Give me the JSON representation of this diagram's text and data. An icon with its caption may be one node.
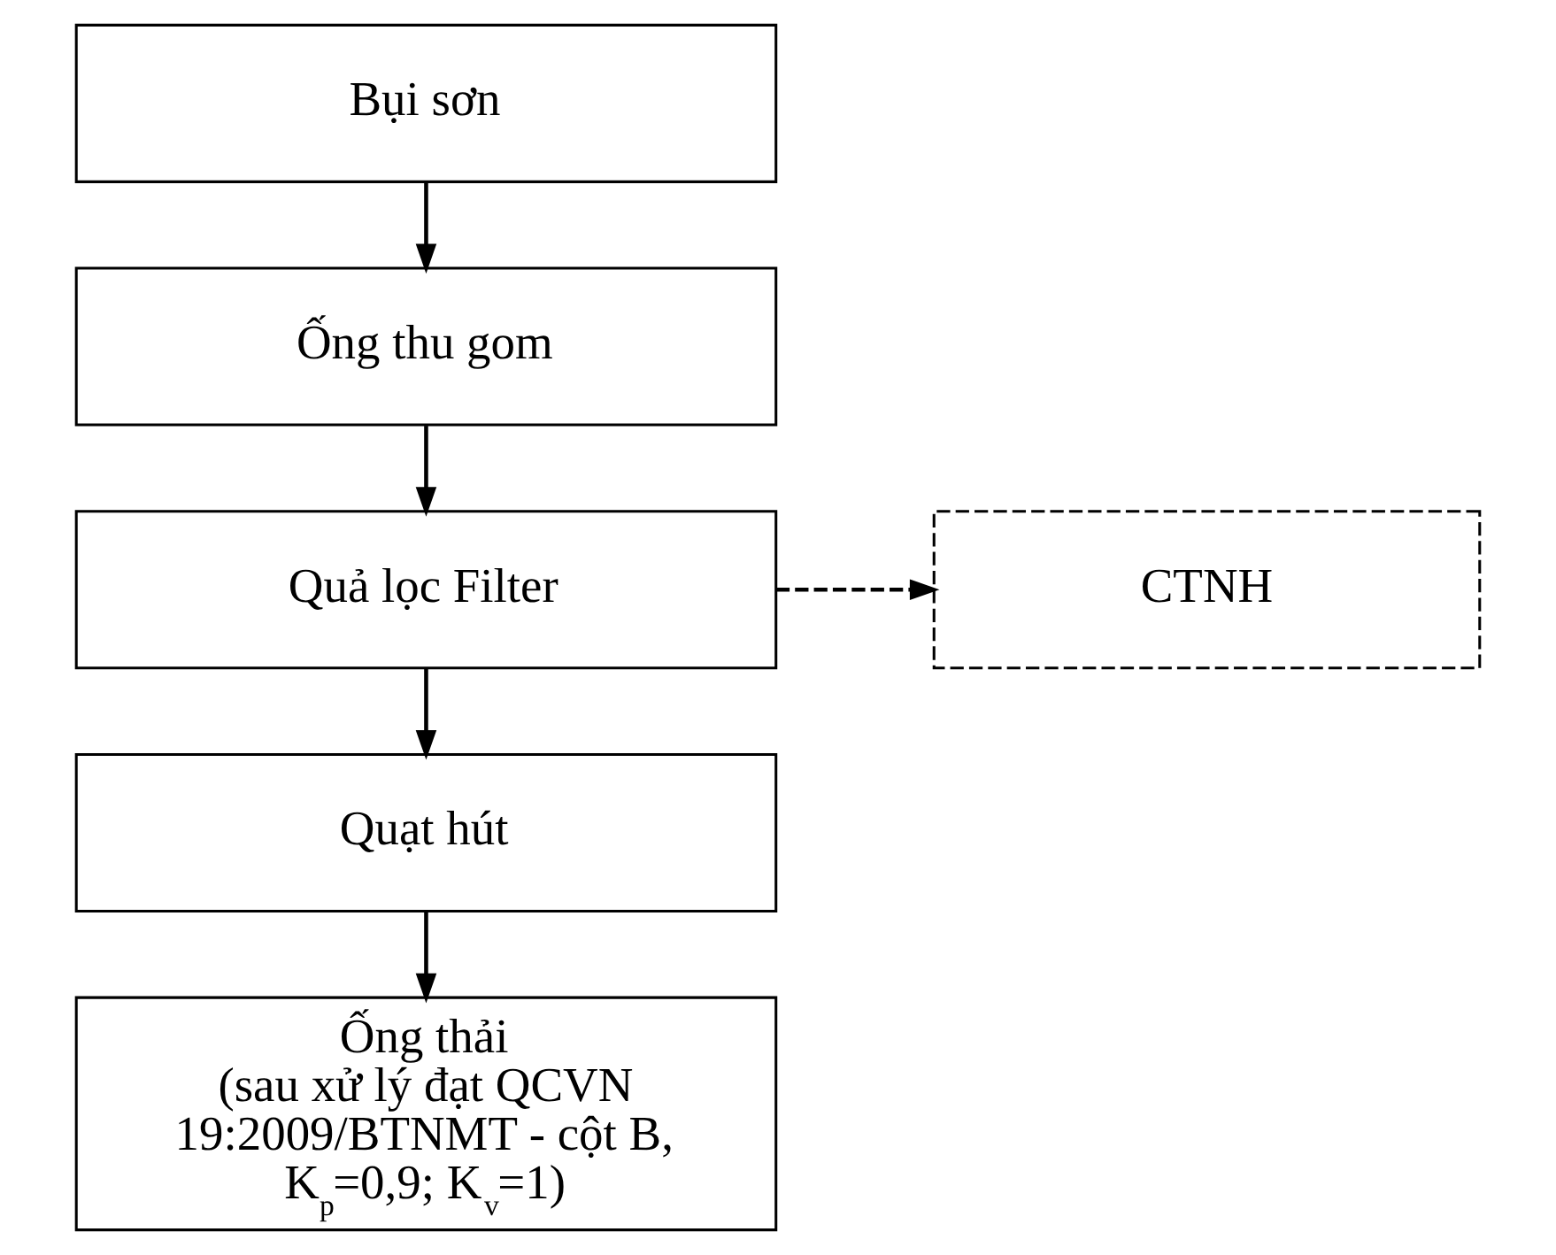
{
  "diagram": {
    "nodes": [
      {
        "text": [
          "Bụi sơn"
        ]
      },
      {
        "text": [
          "Ống thu gom"
        ]
      },
      {
        "text": [
          "Quả lọc Filter"
        ]
      },
      {
        "text": [
          "Quạt hút"
        ]
      },
      {
        "text": [
          "Ống thải",
          "(sau xử lý đạt QCVN 19:2009/BTNMT - cột B, K$_{p}$=0,9; K$_{v}$=1)"
        ]
      },
      {
        "text": [
          "CTNH"
        ]
      }
    ],
    "edges": [
      {
        "from": 0,
        "to": 1,
        "arrow": "to"
      },
      {
        "from": 1,
        "to": 2,
        "arrow": "to"
      },
      {
        "from": 2,
        "to": 3,
        "arrow": "to"
      },
      {
        "from": 3,
        "to": 4,
        "arrow": "to"
      },
      {
        "from": 2,
        "to": 5,
        "arrow": "to",
        "style": "dashed"
      }
    ]
  }
}
